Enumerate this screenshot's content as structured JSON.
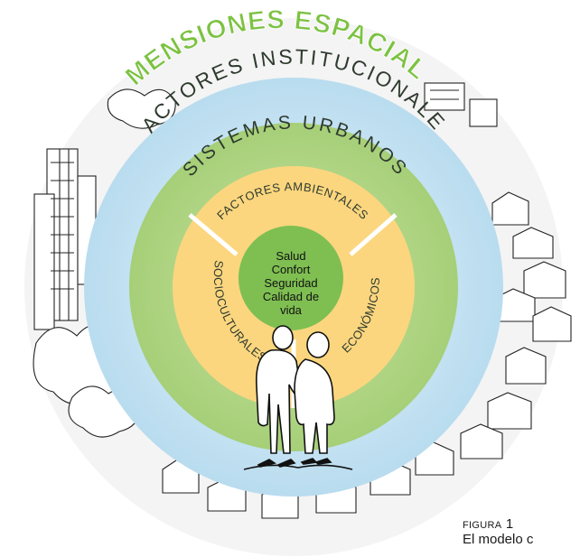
{
  "rings": {
    "outer": "DIMENSIONES ESPACIALES",
    "institutional": "FACTORES INSTITUCIONALES",
    "urban": "SISTEMAS URBANOS",
    "environmental": "FACTORES AMBIENTALES",
    "sociocultural": "SOCIOCULTURALES",
    "economic": "ECONÓMICOS"
  },
  "core": {
    "lines": [
      "Salud",
      "Confort",
      "Seguridad",
      "Calidad de",
      "vida"
    ]
  },
  "caption": {
    "label": "FIGURA",
    "number": "1",
    "title": "El modelo c"
  },
  "colors": {
    "outer_title": "#7cc242",
    "institutional_ring": "#cfe8f6",
    "urban_ring": "#b5d88a",
    "inner_ring": "#fbd67e",
    "core": "#7fbf52",
    "ring_text": "#2f3b2f"
  }
}
